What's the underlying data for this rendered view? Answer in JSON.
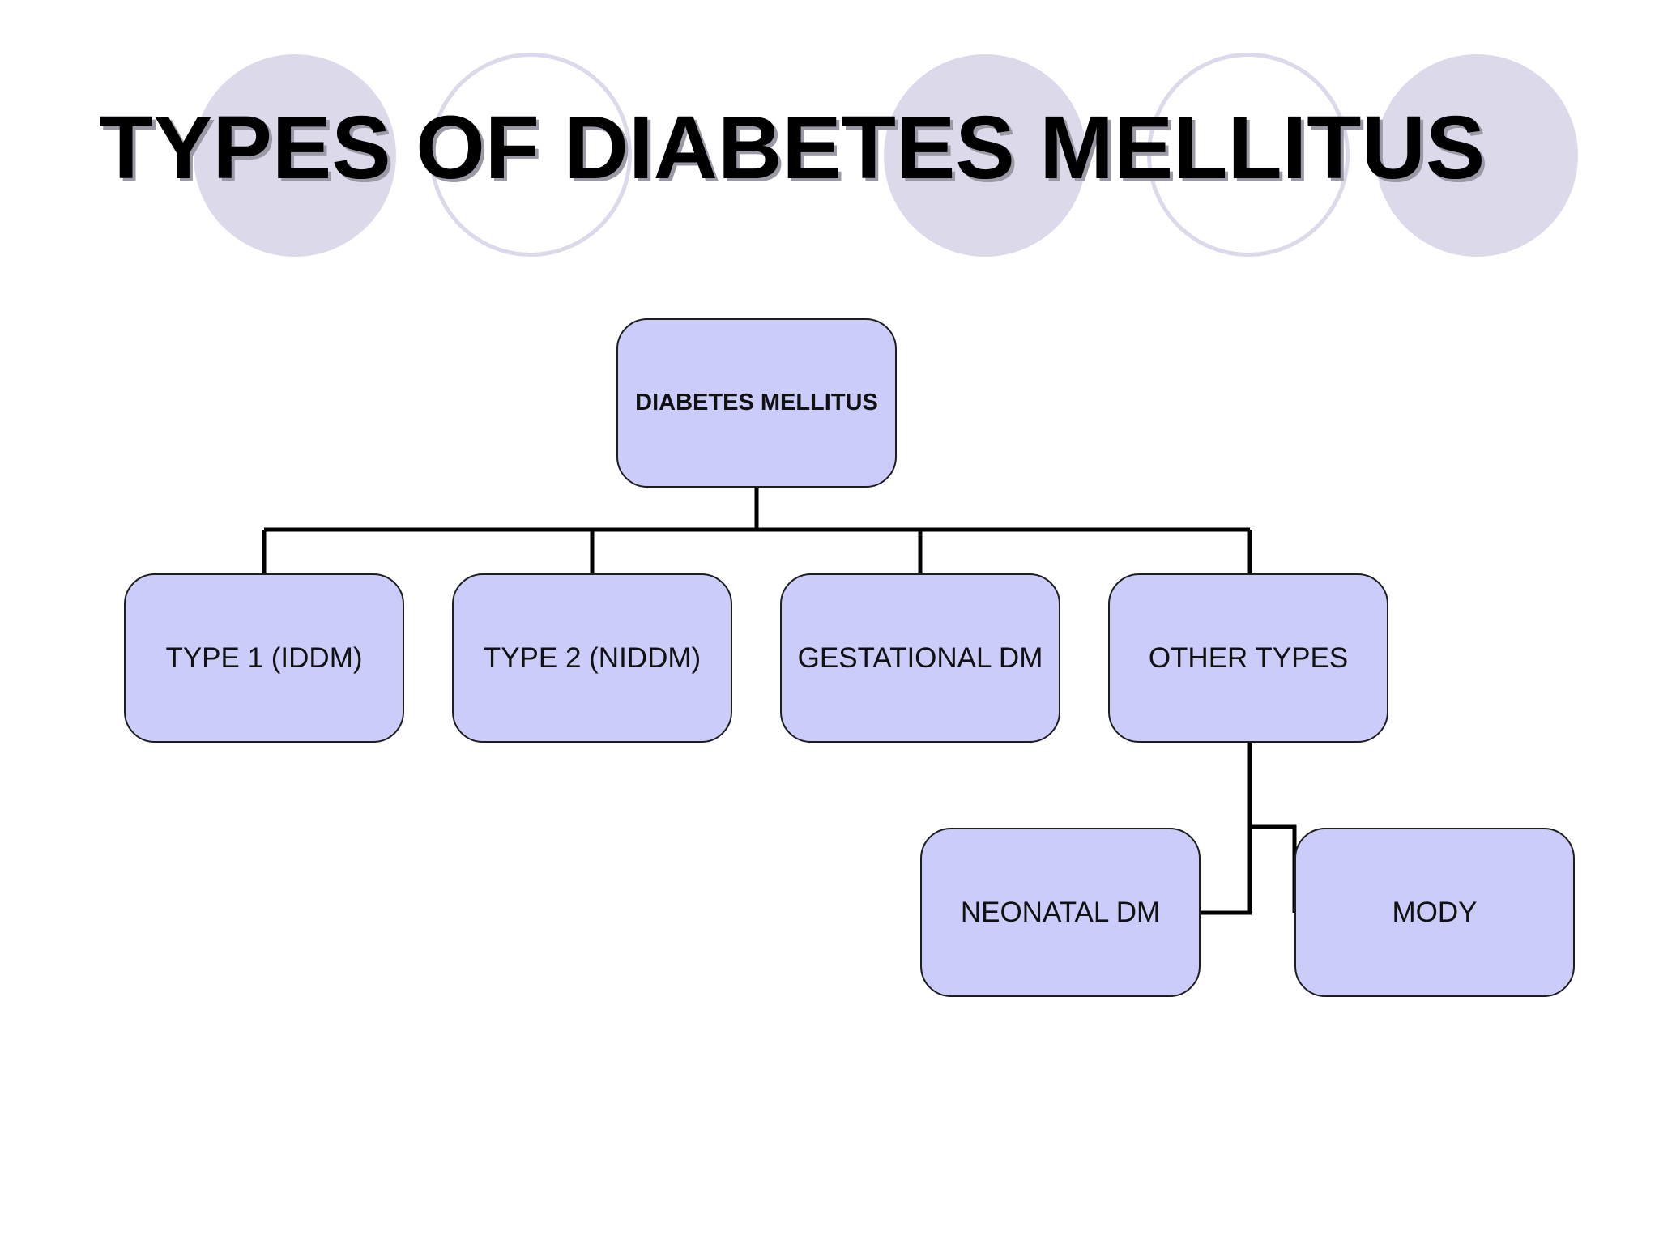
{
  "title": "TYPES OF DIABETES MELLITUS",
  "colors": {
    "node_fill": "#ccccfa",
    "node_border": "#1e1e1e",
    "connector": "#000000",
    "decor_circle": "#dcdaea"
  },
  "diagram": {
    "root": "DIABETES MELLITUS",
    "children": [
      "TYPE 1 (IDDM)",
      "TYPE 2 (NIDDM)",
      "GESTATIONAL DM",
      "OTHER TYPES"
    ],
    "other_types_children": [
      "NEONATAL DM",
      "MODY"
    ]
  }
}
